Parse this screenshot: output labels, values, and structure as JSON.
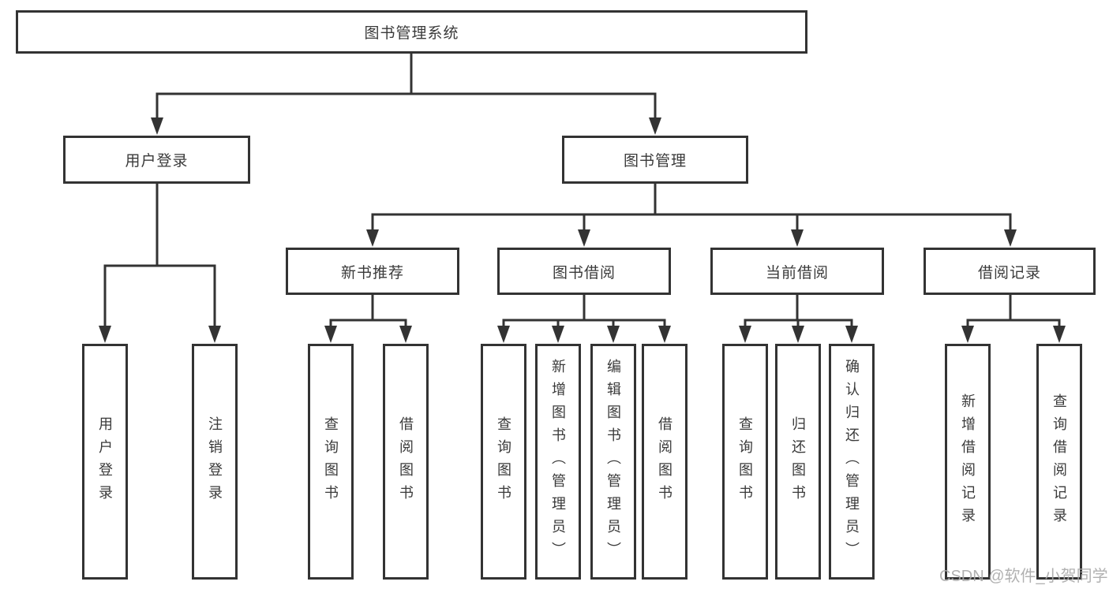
{
  "diagram": {
    "root": {
      "label": "图书管理系统"
    },
    "branches": [
      {
        "label": "用户登录",
        "leaves": [
          "用户登录",
          "注销登录"
        ]
      },
      {
        "label": "图书管理",
        "groups": [
          {
            "label": "新书推荐",
            "leaves": [
              "查询图书",
              "借阅图书"
            ]
          },
          {
            "label": "图书借阅",
            "leaves": [
              "查询图书",
              "新增图书（管理员）",
              "编辑图书（管理员）",
              "借阅图书"
            ]
          },
          {
            "label": "当前借阅",
            "leaves": [
              "查询图书",
              "归还图书",
              "确认归还（管理员）"
            ]
          },
          {
            "label": "借阅记录",
            "leaves": [
              "新增借阅记录",
              "查询借阅记录"
            ]
          }
        ]
      }
    ]
  },
  "watermark": {
    "text": "CSDN @软件_小贺同学",
    "color": "#a9a9a9"
  },
  "colors": {
    "line": "#333333",
    "box_border": "#333333",
    "text": "#3a3a3a",
    "background": "#ffffff"
  }
}
